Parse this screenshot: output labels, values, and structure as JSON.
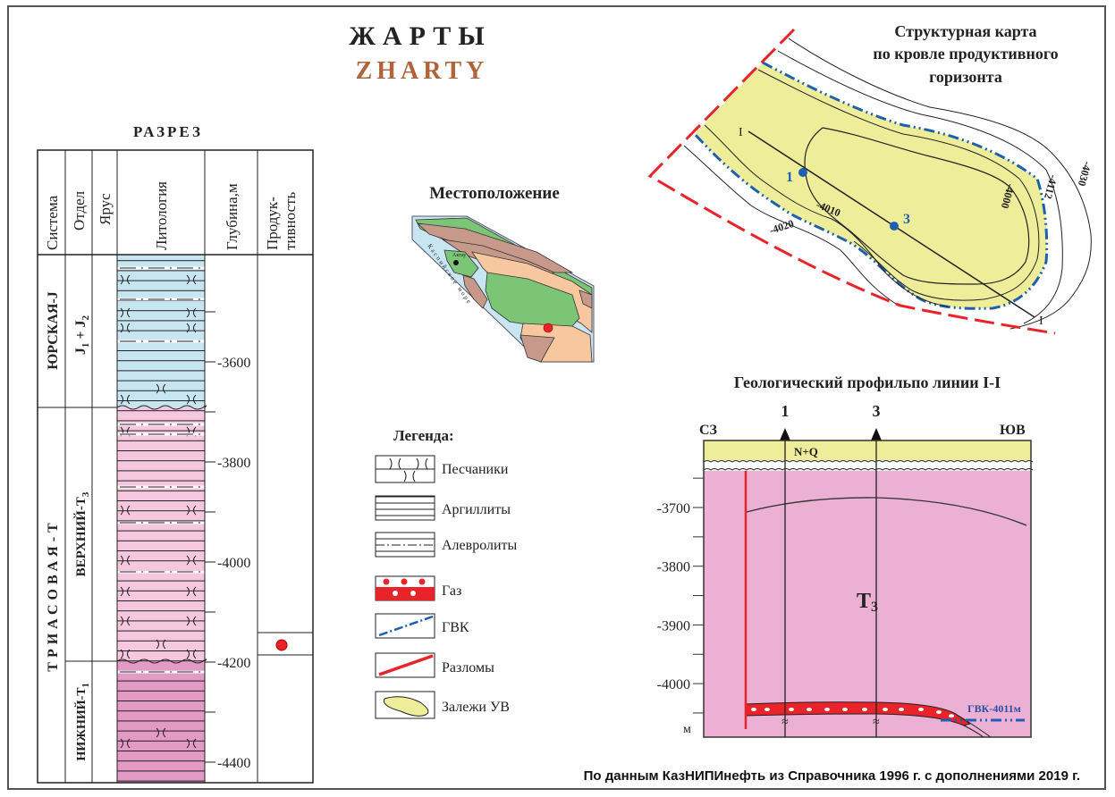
{
  "title": {
    "ru": "ЖАРТЫ",
    "en": "ZHARTY",
    "en_color": "#b0643a"
  },
  "section": {
    "title": "РАЗРЕЗ",
    "headers": [
      "Система",
      "Отдел",
      "Ярус",
      "Литология",
      "Глубина,м",
      "Продук-",
      "тивность"
    ],
    "systems": [
      "ЮРСКАЯ-J",
      "ТРИАСОВАЯ-Т"
    ],
    "series": [
      {
        "label": "J",
        "sub1": "1",
        "mid": " + J",
        "sub2": "2"
      },
      {
        "label": "ВЕРХНИЙ-Т",
        "sub": "3"
      },
      {
        "label": "НИЖНИЙ-Т",
        "sub": "1"
      }
    ],
    "depth_ticks": [
      "3600",
      "3800",
      "4000",
      "4200",
      "4400"
    ],
    "productive_depth_m": 4166,
    "colors": {
      "jurassic": "#c8e6f2",
      "upper_triassic": "#f6c8df",
      "lower_triassic": "#e39ac4",
      "gas": "#e8232a"
    }
  },
  "location": {
    "title": "Местоположение",
    "city": "Актау",
    "sea": "Каспийское море"
  },
  "legend": {
    "title": "Легенда:",
    "items": [
      "Песчаники",
      "Аргиллиты",
      "Алевролиты",
      "Газ",
      "ГВК",
      "Разломы",
      "Залежи УВ"
    ]
  },
  "structure_map": {
    "title_lines": [
      "Структурная карта",
      "по кровле продуктивного",
      "горизонта"
    ],
    "contours": [
      "-4000",
      "-4010",
      "-4020",
      "-4112",
      "-4030"
    ],
    "wells": [
      "1",
      "3"
    ],
    "section_line": [
      "I",
      "I"
    ]
  },
  "profile": {
    "title": "Геологический профильпо линии I-I",
    "left_dir": "СЗ",
    "right_dir": "ЮВ",
    "wells": [
      "1",
      "3"
    ],
    "top_unit": "N+Q",
    "unit": "T",
    "unit_sub": "3",
    "y_ticks": [
      "-3700",
      "-3800",
      "-3900",
      "-4000"
    ],
    "y_unit": "м",
    "gwc_label": "ГВК-4011м"
  },
  "footnote": "По данным КазНИПИнефть из Справочника 1996 г. с дополнениями 2019 г."
}
